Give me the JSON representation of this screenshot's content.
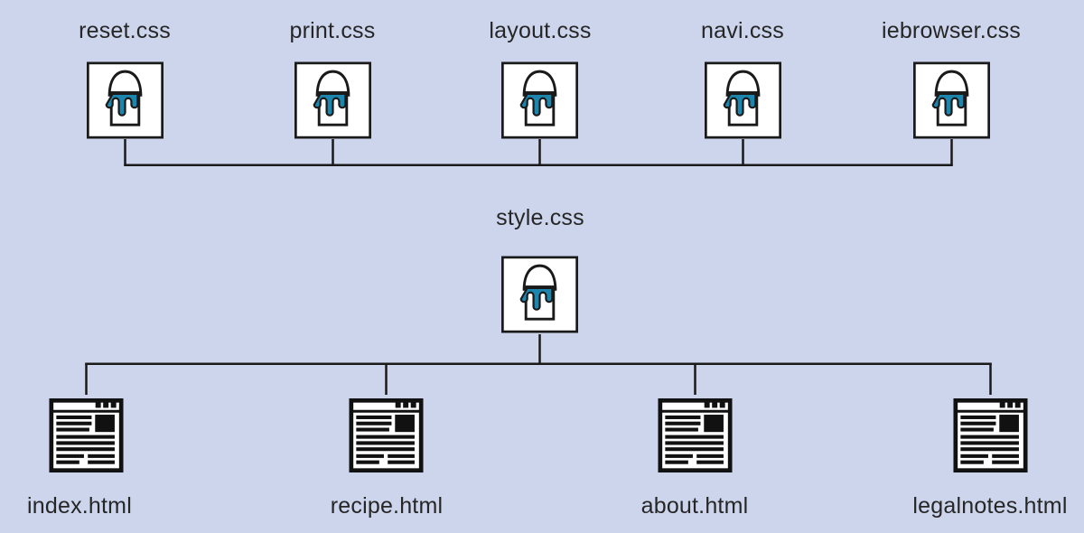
{
  "diagram": {
    "title": "stylesheet-structure",
    "css_files": [
      {
        "label": "reset.css"
      },
      {
        "label": "print.css"
      },
      {
        "label": "layout.css"
      },
      {
        "label": "navi.css"
      },
      {
        "label": "iebrowser.css"
      }
    ],
    "main_stylesheet": {
      "label": "style.css"
    },
    "html_files": [
      {
        "label": "index.html"
      },
      {
        "label": "recipe.html"
      },
      {
        "label": "about.html"
      },
      {
        "label": "legalnotes.html"
      }
    ],
    "connections": {
      "top_bus": "reset.css, print.css, layout.css, navi.css, iebrowser.css joined by one horizontal line",
      "bottom_tree": "style.css connects down to index.html, recipe.html, about.html, legalnotes.html"
    },
    "icons": {
      "css_file": "paint-bucket-icon",
      "html_file": "browser-page-icon"
    },
    "colors": {
      "background": "#ccd5ec",
      "paint": "#1d86ae",
      "line": "#1a1a1a",
      "text": "#262626",
      "icon_fill": "#ffffff"
    }
  }
}
